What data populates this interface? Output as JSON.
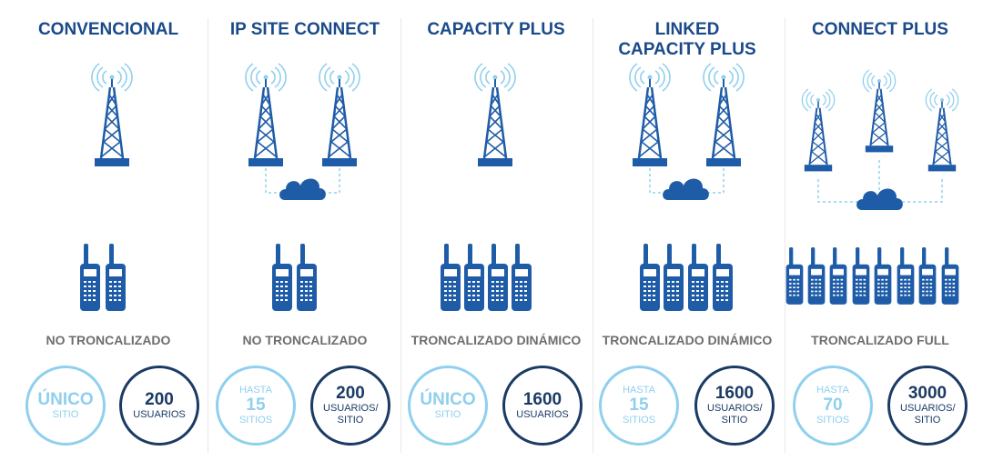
{
  "columns": [
    {
      "title_lines": [
        "CONVENCIONAL"
      ],
      "mode": "NO TRONCALIZADO",
      "circle_left": {
        "top": "",
        "big": "ÚNICO",
        "bottom": "SITIO"
      },
      "circle_right": {
        "big": "200",
        "bottom": "USUARIOS"
      }
    },
    {
      "title_lines": [
        "IP SITE CONNECT"
      ],
      "mode": "NO TRONCALIZADO",
      "circle_left": {
        "top": "HASTA",
        "big": "15",
        "bottom": "SITIOS"
      },
      "circle_right": {
        "big": "200",
        "bottom": "USUARIOS/ SITIO"
      }
    },
    {
      "title_lines": [
        "CAPACITY PLUS"
      ],
      "mode": "TRONCALIZADO DINÁMICO",
      "circle_left": {
        "top": "",
        "big": "ÚNICO",
        "bottom": "SITIO"
      },
      "circle_right": {
        "big": "1600",
        "bottom": "USUARIOS"
      }
    },
    {
      "title_lines": [
        "LINKED",
        "CAPACITY PLUS"
      ],
      "mode": "TRONCALIZADO DINÁMICO",
      "circle_left": {
        "top": "HASTA",
        "big": "15",
        "bottom": "SITIOS"
      },
      "circle_right": {
        "big": "1600",
        "bottom": "USUARIOS/ SITIO"
      }
    },
    {
      "title_lines": [
        "CONNECT PLUS"
      ],
      "mode": "TRONCALIZADO FULL",
      "circle_left": {
        "top": "HASTA",
        "big": "70",
        "bottom": "SITIOS"
      },
      "circle_right": {
        "big": "3000",
        "bottom": "USUARIOS/ SITIO"
      }
    }
  ],
  "icons": {
    "tower": "radio-tower-icon",
    "cloud": "cloud-icon",
    "radio": "handheld-radio-icon"
  },
  "colors": {
    "title": "#1b4a8a",
    "icon": "#1f5ca8",
    "signal": "#8fd0ee",
    "circle_light": "#8fd0ee",
    "circle_dark": "#1b3a64",
    "mode_text": "#6d6e71"
  }
}
